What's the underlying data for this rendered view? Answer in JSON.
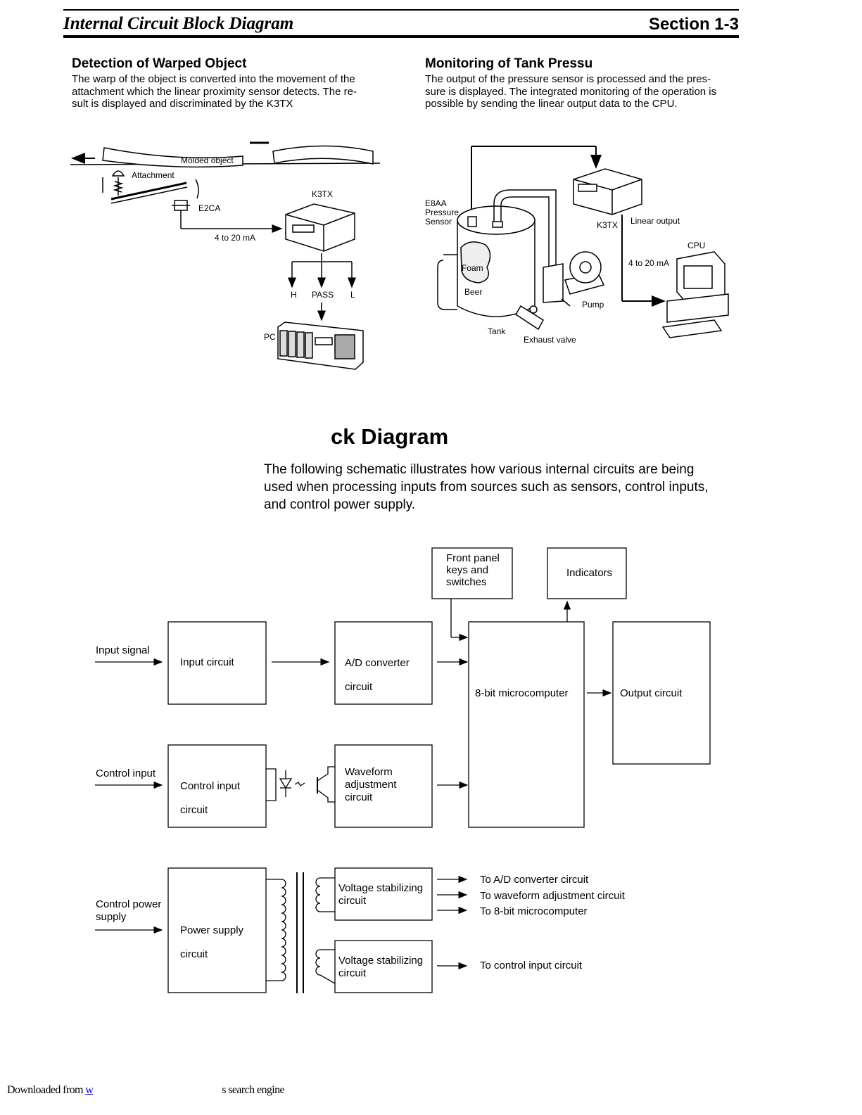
{
  "header": {
    "title": "Internal Circuit Block Diagram",
    "section": "Section 1-3"
  },
  "left_example": {
    "heading": "Detection of Warped Object",
    "lines": [
      "The warp of the object is converted into the movement of the",
      "attachment which the linear proximity sensor detects. The re-",
      "sult is displayed and discriminated by the K3TX"
    ],
    "labels": {
      "molded": "Molded object",
      "attachment": "Attachment",
      "e2ca": "E2CA",
      "k3tx": "K3TX",
      "current": "4 to 20 mA",
      "h": "H",
      "pass": "PASS",
      "l": "L",
      "pc": "PC"
    }
  },
  "right_example": {
    "heading": "Monitoring of Tank Pressu",
    "lines": [
      "The output of the pressure sensor is processed and the pres-",
      "sure is displayed. The integrated monitoring of the operation is",
      "possible by sending the linear output data to the CPU."
    ],
    "labels": {
      "sensor1": "E8AA",
      "sensor2": "Pressure",
      "sensor3": "Sensor",
      "k3tx": "K3TX",
      "linear": "Linear output",
      "cpu": "CPU",
      "current": "4 to 20 mA",
      "foam": "Foam",
      "beer": "Beer",
      "pump": "Pump",
      "tank": "Tank",
      "valve": "Exhaust valve"
    }
  },
  "block_section": {
    "heading": "ck Diagram",
    "lines": [
      "The following schematic illustrates how various internal circuits are being",
      "used when processing inputs from sources such as sensors, control inputs,",
      "and control power supply."
    ]
  },
  "diagram": {
    "front_panel": [
      "Front panel",
      "keys and",
      "switches"
    ],
    "indicators": "Indicators",
    "input_signal": "Input signal",
    "input_circuit": "Input circuit",
    "ad_converter": [
      "A/D converter",
      "circuit"
    ],
    "microcomputer": "8-bit microcomputer",
    "output_circuit": "Output circuit",
    "control_input": "Control input",
    "control_input_circuit": [
      "Control input",
      "circuit"
    ],
    "waveform": [
      "Waveform",
      "adjustment",
      "circuit"
    ],
    "control_power": [
      "Control power",
      "supply"
    ],
    "power_supply": [
      "Power supply",
      "circuit"
    ],
    "vstab1": [
      "Voltage stabilizing",
      "circuit"
    ],
    "vstab2": [
      "Voltage stabilizing",
      "circuit"
    ],
    "to_ad": "To A/D converter circuit",
    "to_waveform": "To waveform adjustment circuit",
    "to_micro": "To 8-bit microcomputer",
    "to_control": "To control input circuit"
  },
  "footer": {
    "prefix": "Downloaded from ",
    "link": "w",
    "suffix": "s search engine"
  }
}
